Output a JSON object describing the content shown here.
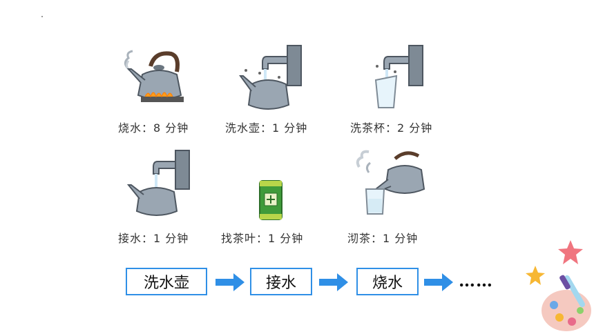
{
  "tasks": [
    {
      "icon": "boiling-kettle-icon",
      "caption": "烧水：8 分钟"
    },
    {
      "icon": "washing-kettle-icon",
      "caption": "洗水壶：1 分钟"
    },
    {
      "icon": "washing-cup-icon",
      "caption": "洗茶杯：2 分钟"
    },
    {
      "icon": "filling-kettle-icon",
      "caption": "接水：1 分钟"
    },
    {
      "icon": "tea-can-icon",
      "caption": "找茶叶：1 分钟"
    },
    {
      "icon": "pouring-tea-icon",
      "caption": "沏茶：1 分钟"
    }
  ],
  "flow": {
    "steps": [
      "洗水壶",
      "接水",
      "烧水"
    ],
    "ellipsis": "……"
  },
  "colors": {
    "box_border": "#2f8fe6",
    "arrow": "#2f8fe6",
    "steel": "#9aa6b2"
  }
}
